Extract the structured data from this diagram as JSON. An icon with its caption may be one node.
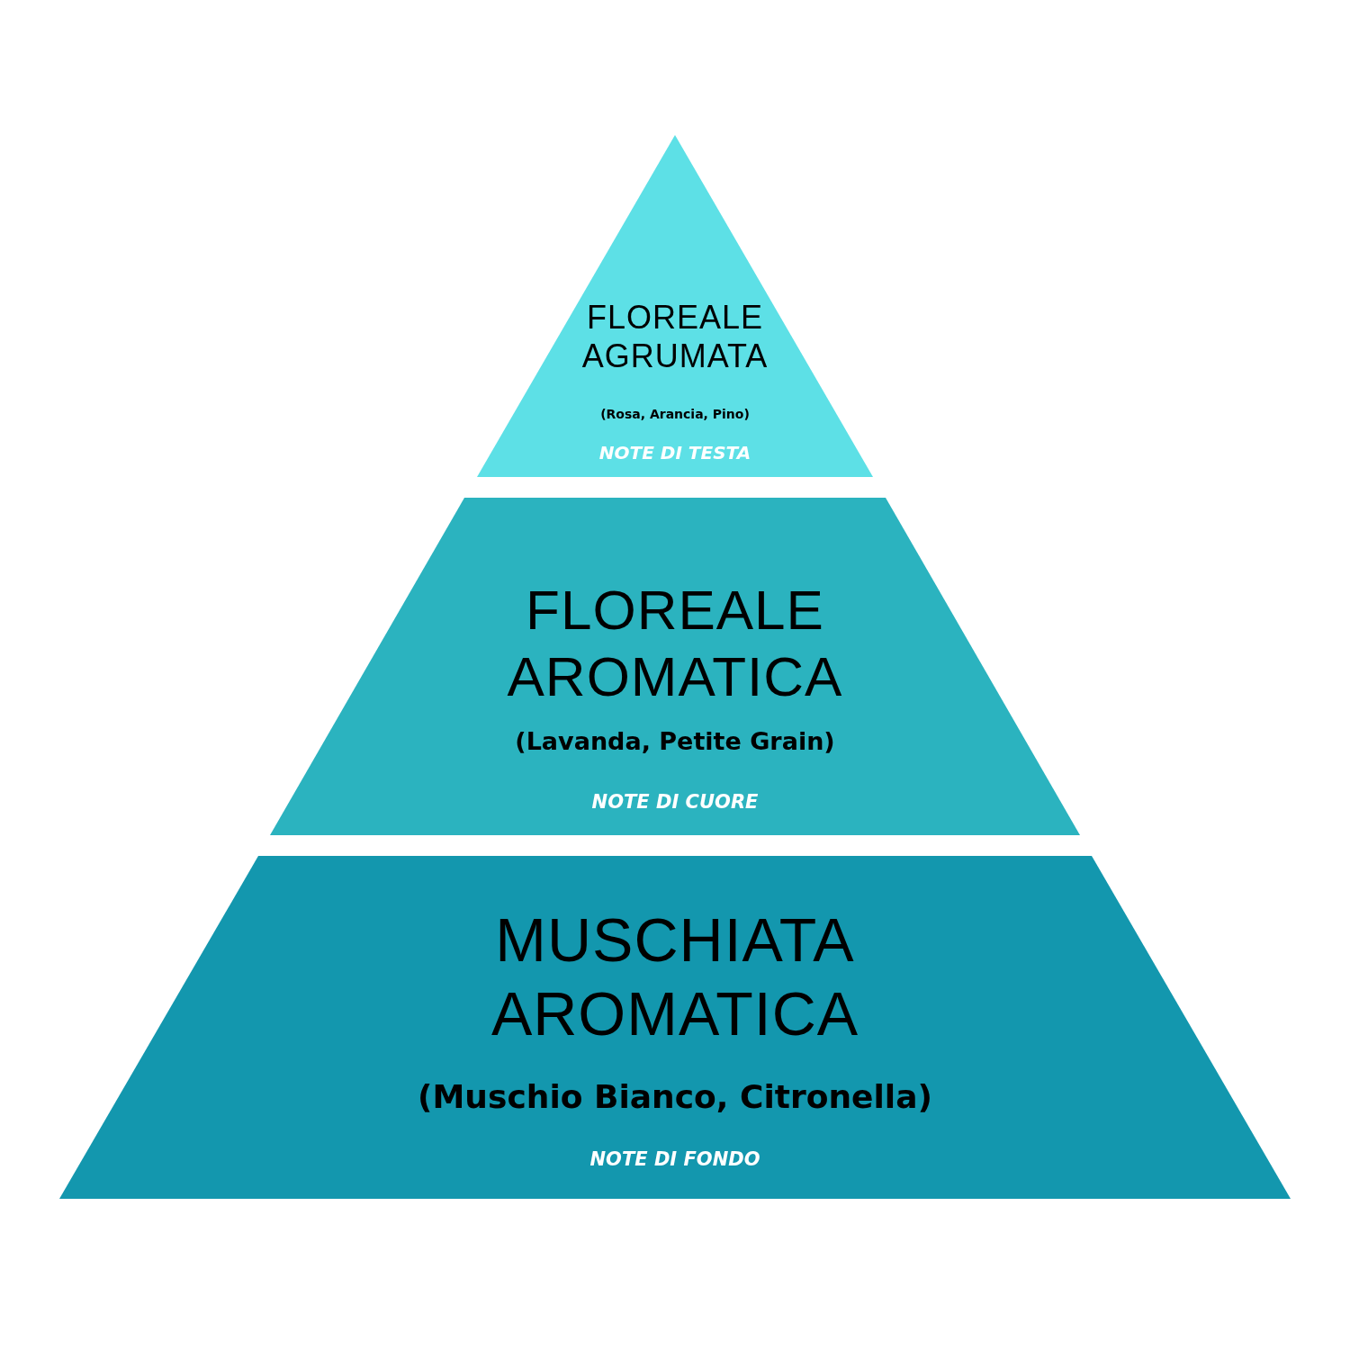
{
  "diagram": {
    "nodes": [
      {
        "text": [
          "FLOREALE AGRUMATA",
          "(Rosa, Arancia, Pino)",
          "NOTE DI TESTA"
        ]
      },
      {
        "text": [
          "FLOREALE AROMATICA",
          "(Lavanda, Petite Grain)",
          "NOTE DI CUORE"
        ]
      },
      {
        "text": [
          "MUSCHIATA AROMATICA",
          "(Muschio Bianco, Citronella)",
          "NOTE DI FONDO"
        ]
      }
    ]
  }
}
